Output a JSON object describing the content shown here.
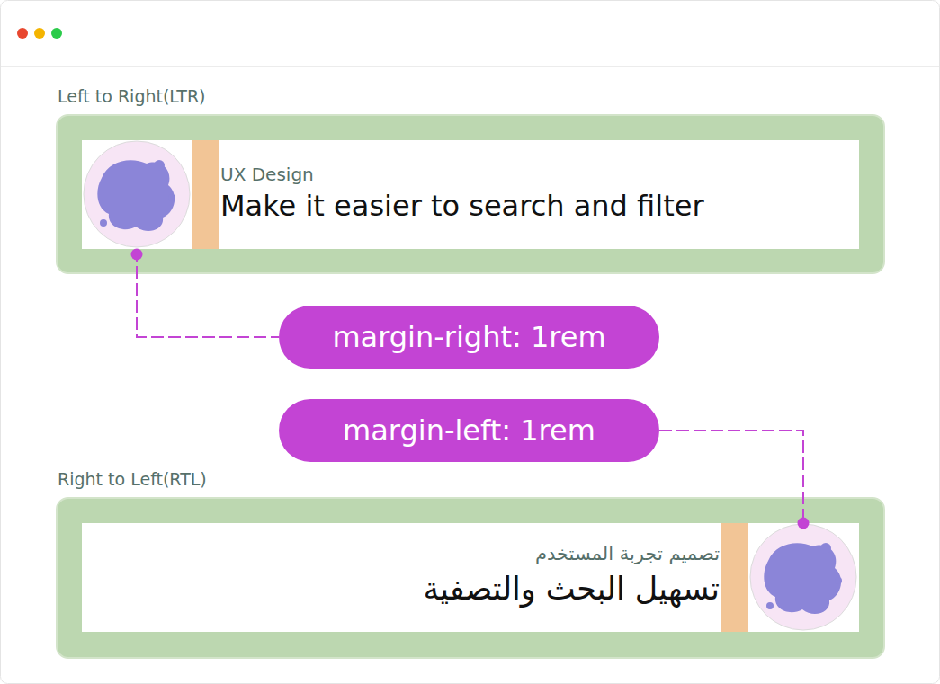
{
  "diagram": {
    "nodes": [
      {
        "text": [
          "Left to Right(LTR)"
        ]
      },
      {
        "text": [
          "UX Design",
          "Make it easier to search and filter"
        ],
        "in": 0
      },
      {
        "text": [
          "margin-right: 1rem"
        ]
      },
      {
        "text": [
          "margin-left: 1rem"
        ]
      },
      {
        "text": [
          "Right to Left(RTL)"
        ]
      },
      {
        "text": [
          "تصميم تجربة المستخدم",
          "تسهيل البحث والتصفية"
        ],
        "in": 4
      }
    ],
    "edges": [
      {
        "from": 1,
        "to": 2,
        "arrow": "none"
      },
      {
        "from": 3,
        "to": 5,
        "arrow": "none"
      }
    ]
  }
}
